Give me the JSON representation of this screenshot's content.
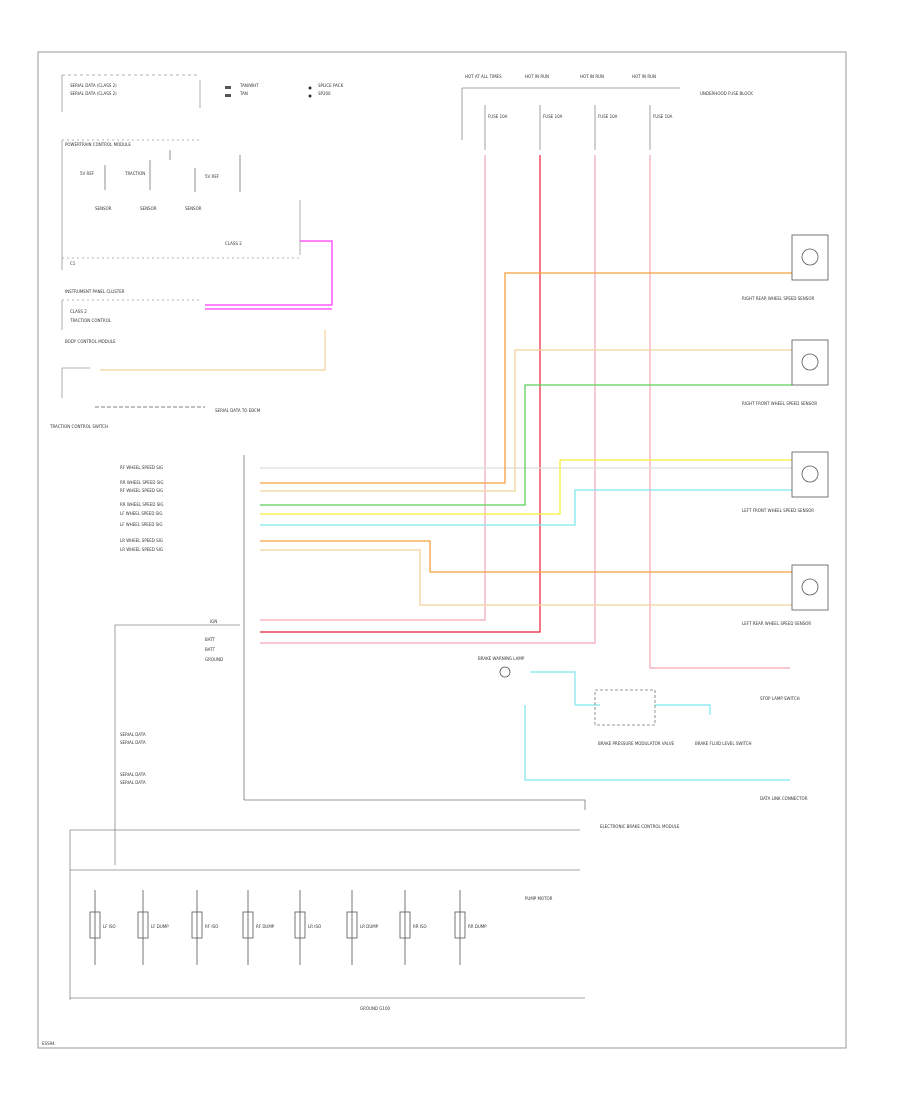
{
  "diagram": {
    "page_code": "ESS94",
    "bottom_ground_label": "GROUND G100",
    "colors": {
      "pink": "#f4a6b4",
      "red": "#e8203a",
      "orange": "#f7a23a",
      "tan": "#f3d29a",
      "green": "#5ccf5c",
      "yellow": "#f7ee3a",
      "cyan": "#7fe6ee",
      "magenta": "#ff3cff",
      "brown": "#a05a1a",
      "frame": "#999999"
    },
    "top_fuses": [
      "HOT AT ALL TIMES",
      "HOT IN RUN",
      "HOT IN RUN",
      "HOT IN RUN"
    ],
    "top_fuse_labels": [
      "FUSE 10A",
      "FUSE 10A",
      "FUSE 10A",
      "FUSE 10A"
    ],
    "top_right_label": "UNDERHOOD FUSE BLOCK",
    "pcm_label": "POWERTRAIN CONTROL MODULE",
    "ipc_label": "INSTRUMENT PANEL CLUSTER",
    "bcm_label": "BODY CONTROL MODULE",
    "switch_label": "TRACTION CONTROL SWITCH",
    "ebcm_label": "ELECTRONIC BRAKE CONTROL MODULE",
    "ebtcm_pins": [
      "RF WHEEL SPEED SIG",
      "RR WHEEL SPEED SIG",
      "RF WHEEL SPEED SIG",
      "RR WHEEL SPEED SIG",
      "LF WHEEL SPEED SIG",
      "LF WHEEL SPEED SIG",
      "LR WHEEL SPEED SIG",
      "LR WHEEL SPEED SIG"
    ],
    "ebtcm_power": [
      "IGN",
      "BATT",
      "BATT",
      "GROUND"
    ],
    "ebtcm_data": [
      "SERIAL DATA",
      "SERIAL DATA",
      "SERIAL DATA",
      "SERIAL DATA"
    ],
    "sensors": [
      "RIGHT REAR WHEEL SPEED SENSOR",
      "RIGHT FRONT WHEEL SPEED SENSOR",
      "LEFT FRONT WHEEL SPEED SENSOR",
      "LEFT REAR WHEEL SPEED SENSOR"
    ],
    "brake_lamp": "BRAKE WARNING LAMP",
    "stop_lamp_switch": "STOP LAMP SWITCH",
    "brake_fluid": "BRAKE FLUID LEVEL SWITCH",
    "valve_label": "BRAKE PRESSURE MODULATOR VALVE",
    "connector_label": "DATA LINK CONNECTOR",
    "solenoids": [
      "LF ISO",
      "LF DUMP",
      "RF ISO",
      "RF DUMP",
      "LR ISO",
      "LR DUMP",
      "RR ISO",
      "RR DUMP"
    ],
    "relay_label": "PUMP MOTOR"
  }
}
